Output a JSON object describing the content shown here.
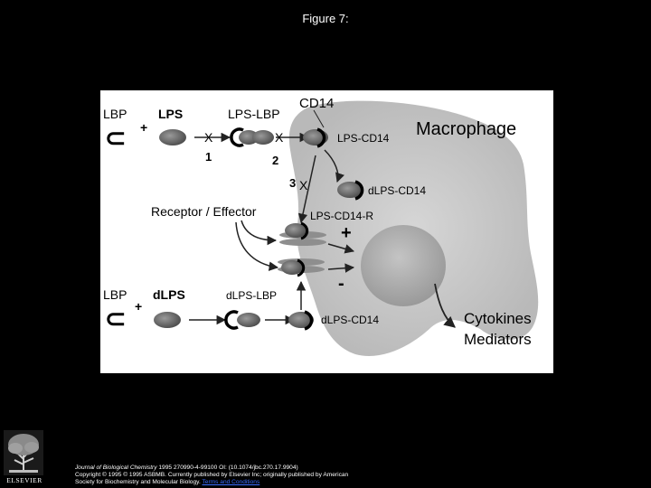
{
  "slide_title": "Figure 7:",
  "diagram": {
    "labels": {
      "lbp_top": "LBP",
      "lps_top": "LPS",
      "lps_lbp": "LPS-LBP",
      "cd14": "CD14",
      "macrophage": "Macrophage",
      "lps_cd14": "LPS-CD14",
      "dlps_cd14_mid": "dLPS-CD14",
      "receptor_effector": "Receptor / Effector",
      "lps_cd14_r": "LPS-CD14-R",
      "lbp_bottom": "LBP",
      "dlps": "dLPS",
      "dlps_lbp": "dLPS-LBP",
      "dlps_cd14_bottom": "dLPS-CD14",
      "cytokines": "Cytokines",
      "mediators": "Mediators",
      "plus_top": "+",
      "plus_bottom": "+",
      "plus_receptor": "+",
      "minus_receptor": "-",
      "x1": "X",
      "x2": "X",
      "x3": "X",
      "step1": "1",
      "step2": "2",
      "step3": "3",
      "lbp_symbol_top": "⊂",
      "lbp_symbol_bottom": "⊂"
    }
  },
  "footer": {
    "journal": "Journal of Biological Chemistry",
    "citation_line1_rest": " 1995 270990-4-99100 OI: (10.1074/jbc.270.17.9904)",
    "citation_line2": "Copyright © 1995 © 1995 ASBMB. Currently published by Elsevier Inc; originally published by American",
    "citation_line3_start": "Society for Biochemistry and Molecular Biology.",
    "terms_link": "Terms and Conditions",
    "publisher": "ELSEVIER"
  }
}
